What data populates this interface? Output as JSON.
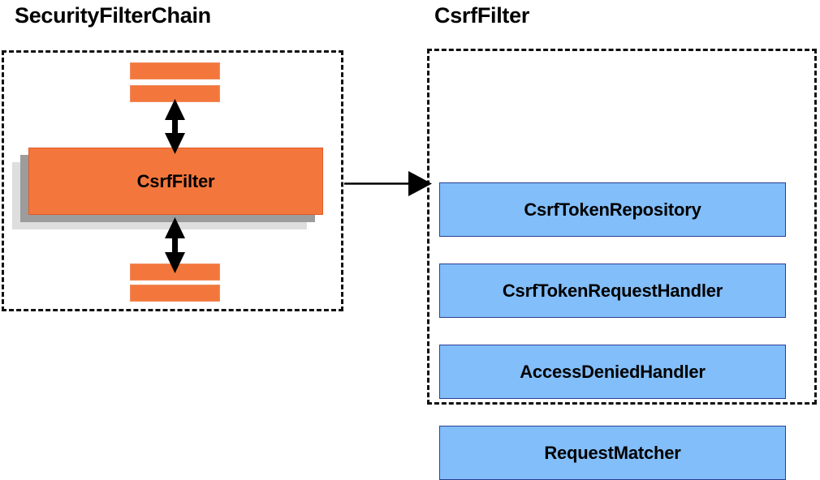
{
  "diagram": {
    "title_left": "SecurityFilterChain",
    "title_right": "CsrfFilter",
    "colors": {
      "orange_fill": "#F3773C",
      "orange_border": "#E05A28",
      "blue_fill": "#82BEF9",
      "blue_border": "#2A3F94",
      "shadow_dark": "#9C9C9C",
      "shadow_light": "#DEDEDE",
      "outline": "#111111",
      "text": "#000000"
    },
    "left_panel": {
      "filter_card_label": "CsrfFilter",
      "bars_above_count": 2,
      "bars_below_count": 2,
      "arrow_above_label": "",
      "arrow_below_label": ""
    },
    "right_panel": {
      "collaborators": [
        {
          "label": "CsrfTokenRepository"
        },
        {
          "label": "CsrfTokenRequestHandler"
        },
        {
          "label": "AccessDeniedHandler"
        },
        {
          "label": "RequestMatcher"
        }
      ]
    },
    "connector": {
      "label": "",
      "direction": "left-to-right"
    }
  }
}
